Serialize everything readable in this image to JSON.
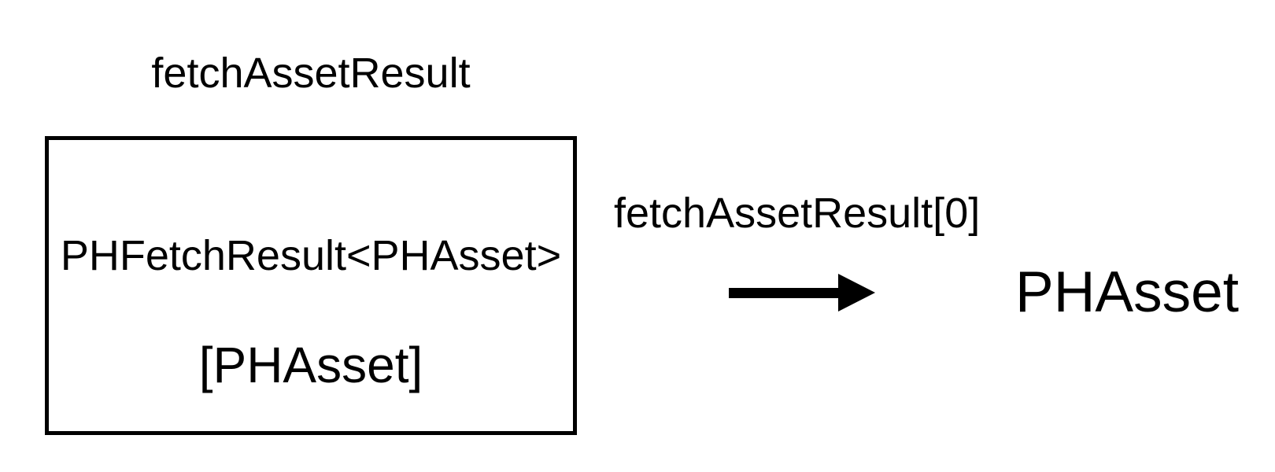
{
  "diagram": {
    "collection": {
      "label": "fetchAssetResult",
      "type_line": "PHFetchResult<PHAsset>",
      "conceptual_line": "[PHAsset]"
    },
    "transform": {
      "label": "fetchAssetResult[0]",
      "arrow_icon": "right-arrow"
    },
    "result": {
      "label": "PHAsset"
    },
    "colors": {
      "ink": "#000000",
      "background": "#ffffff"
    }
  }
}
